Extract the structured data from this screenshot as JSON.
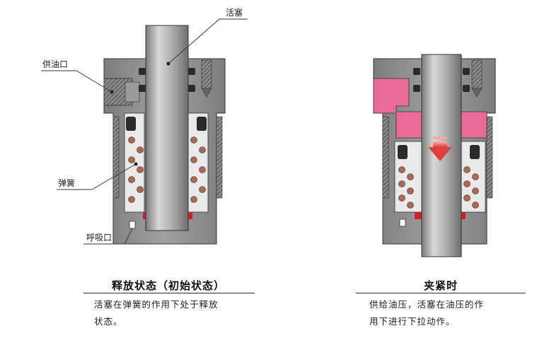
{
  "left": {
    "labels": {
      "piston": "活塞",
      "oil_port": "供油口",
      "spring": "弹簧",
      "breather": "呼吸口"
    },
    "title": "释放状态（初始状态）",
    "description_lines": [
      "活塞在弹簧的作用下处于释放",
      "状态。"
    ]
  },
  "right": {
    "title": "夹紧时",
    "description_lines": [
      "供给油压，活塞在油压的作",
      "用下进行下拉动作。"
    ]
  },
  "colors": {
    "body_gray": "#8c8c8c",
    "body_dark": "#555555",
    "piston_light": "#bfbfbf",
    "oil_pink": "#e96b9a",
    "seal_red": "#d0202a",
    "spring_brown": "#a86a55",
    "arrow_red": "#e0403a"
  }
}
